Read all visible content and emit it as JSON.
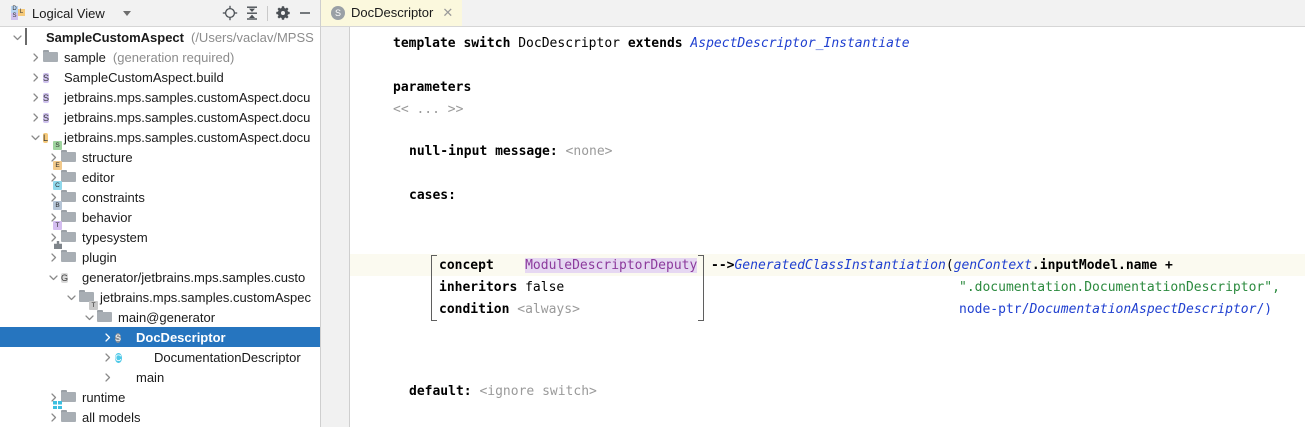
{
  "sidebar": {
    "toolbar": {
      "view_label": "Logical View",
      "dropdown_icon": "chevron-down-icon",
      "buttons": [
        {
          "name": "locate-icon",
          "title": "Select Opened File"
        },
        {
          "name": "collapse-all-icon",
          "title": "Collapse All"
        },
        {
          "name": "gear-icon",
          "title": "Settings"
        },
        {
          "name": "minimize-icon",
          "title": "Hide"
        }
      ]
    },
    "tree": [
      {
        "indent": 0,
        "arrow": "down",
        "icon": "project-icon",
        "label": "SampleCustomAspect",
        "bold": true,
        "sub": "(/Users/vaclav/MPSS"
      },
      {
        "indent": 1,
        "arrow": "right",
        "icon": "folder-icon",
        "label": "sample",
        "sub": "(generation required)"
      },
      {
        "indent": 1,
        "arrow": "right",
        "icon": "solution-s-icon",
        "label": "SampleCustomAspect.build"
      },
      {
        "indent": 1,
        "arrow": "right",
        "icon": "solution-s-icon",
        "label": "jetbrains.mps.samples.customAspect.docu"
      },
      {
        "indent": 1,
        "arrow": "right",
        "icon": "solution-s-icon",
        "label": "jetbrains.mps.samples.customAspect.docu"
      },
      {
        "indent": 1,
        "arrow": "down",
        "icon": "language-l-icon",
        "label": "jetbrains.mps.samples.customAspect.docu"
      },
      {
        "indent": 2,
        "arrow": "right",
        "icon": "aspect-structure-icon",
        "label": "structure"
      },
      {
        "indent": 2,
        "arrow": "right",
        "icon": "aspect-editor-icon",
        "label": "editor"
      },
      {
        "indent": 2,
        "arrow": "right",
        "icon": "aspect-constraints-icon",
        "label": "constraints"
      },
      {
        "indent": 2,
        "arrow": "right",
        "icon": "aspect-behavior-icon",
        "label": "behavior"
      },
      {
        "indent": 2,
        "arrow": "right",
        "icon": "aspect-typesystem-icon",
        "label": "typesystem"
      },
      {
        "indent": 2,
        "arrow": "right",
        "icon": "aspect-plugin-icon",
        "label": "plugin"
      },
      {
        "indent": 2,
        "arrow": "down",
        "icon": "generator-g-icon",
        "label": "generator/jetbrains.mps.samples.custo"
      },
      {
        "indent": 3,
        "arrow": "down",
        "icon": "folder-icon",
        "label": "jetbrains.mps.samples.customAspec"
      },
      {
        "indent": 4,
        "arrow": "down",
        "icon": "aspect-template-icon",
        "label": "main@generator"
      },
      {
        "indent": 5,
        "arrow": "right",
        "icon": "node-s-icon",
        "label": "DocDescriptor",
        "selected": true
      },
      {
        "indent": 5,
        "arrow": "right",
        "icon": "node-c-icon",
        "extra_icon": "pointer-icon",
        "label": "DocumentationDescriptor"
      },
      {
        "indent": 5,
        "arrow": "right",
        "icon": "mapping-arrow-icon",
        "label": "main"
      },
      {
        "indent": 2,
        "arrow": "right",
        "icon": "folder-icon",
        "label": "runtime"
      },
      {
        "indent": 2,
        "arrow": "right",
        "icon": "all-models-icon",
        "label": "all models"
      }
    ]
  },
  "editor": {
    "tab": {
      "icon": "node-s-icon",
      "label": "DocDescriptor",
      "close": "✕"
    },
    "code": {
      "l1_kw1": "template switch",
      "l1_name": " DocDescriptor ",
      "l1_kw2": "extends",
      "l1_ref": " AspectDescriptor_Instantiate",
      "l2_parameters": "parameters",
      "l3_params_value": "<< ... >>",
      "l4_label": "null-input message: ",
      "l4_value": "<none>",
      "l5_cases": "cases:",
      "c_concept_kw": "concept",
      "c_concept_value": "ModuleDescriptorDeputy",
      "c_inheritors_kw": "inheritors",
      "c_inheritors_value": "false",
      "c_condition_kw": "condition",
      "c_condition_value": "<always>",
      "arrow": "-->",
      "r1_ref": "GeneratedClassInstantiation",
      "r1_paren": "(",
      "r1_genctx": "genContext",
      "r1_chain_a": ".inputModel.",
      "r1_chain_b": "name",
      "r1_plus": " +",
      "r2_string": "\".documentation.DocumentationDescriptor\",",
      "r3_nodeptr": "node-ptr/",
      "r3_target": "DocumentationAspectDescriptor",
      "r3_tail": "/)",
      "l6_default_kw": "default: ",
      "l6_default_value": "<ignore switch>"
    }
  },
  "colors": {
    "selection": "#2675bf",
    "tab_active": "#fbf8dd",
    "caret_line": "#fbfaf0",
    "reference_blue": "#2040d0",
    "string_green": "#2b8a3e",
    "concept_purple": "#8c3a9c",
    "concept_highlight": "#e6d8f2",
    "gray_placeholder": "#9a9a9a"
  }
}
